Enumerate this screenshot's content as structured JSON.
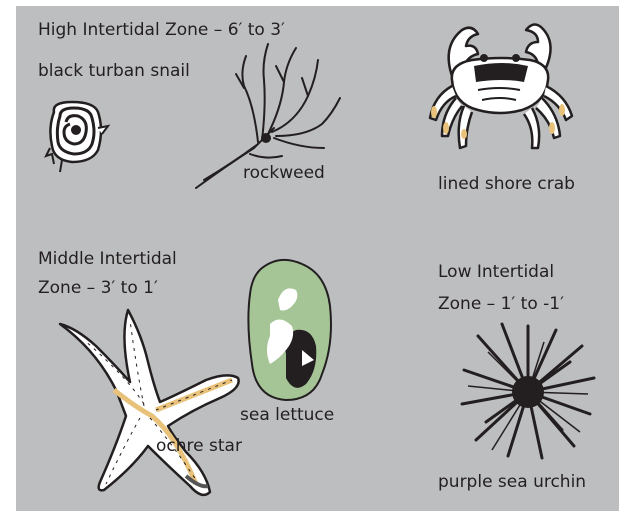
{
  "zones": [
    {
      "heading_lines": [
        "High Intertidal Zone – 6′ to 3′"
      ],
      "organisms": [
        {
          "name": "black turban snail",
          "icon": "snail-icon"
        },
        {
          "name": "rockweed",
          "icon": "rockweed-icon"
        },
        {
          "name": "lined shore crab",
          "icon": "crab-icon"
        }
      ]
    },
    {
      "heading_lines": [
        "Middle Intertidal",
        "Zone – 3′ to 1′"
      ],
      "organisms": [
        {
          "name": "ochre star",
          "icon": "sea-star-icon"
        },
        {
          "name": "sea lettuce",
          "icon": "sea-lettuce-icon"
        }
      ]
    },
    {
      "heading_lines": [
        "Low Intertidal",
        "Zone – 1′ to -1′"
      ],
      "organisms": [
        {
          "name": "purple sea urchin",
          "icon": "sea-urchin-icon"
        }
      ]
    }
  ],
  "colors": {
    "background": "#bdbec0",
    "ink": "#231f20",
    "sea_lettuce_green": "#a6c597",
    "ochre_accent": "#e8c27a"
  }
}
